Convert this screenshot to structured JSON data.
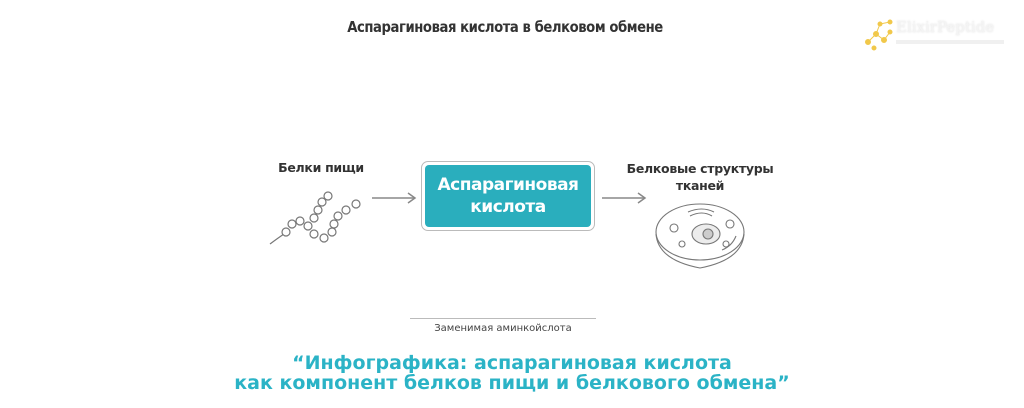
{
  "title": "Аспарагиновая кислота в белковом обмене",
  "logo": {
    "text": "ElixirPeptide"
  },
  "diagram": {
    "left_label": "Белки пищи",
    "center_label": "Аспарагиновая кислота",
    "right_label_line1": "Белковые структуры",
    "right_label_line2": "тканей",
    "accent_color": "#2aaebd"
  },
  "caption": "Заменимая аминкойслота",
  "quote": {
    "line1": "“Инфографика: аспарагиновая кислота",
    "line2": "как компонент белков пищи и белкового обмена”"
  }
}
